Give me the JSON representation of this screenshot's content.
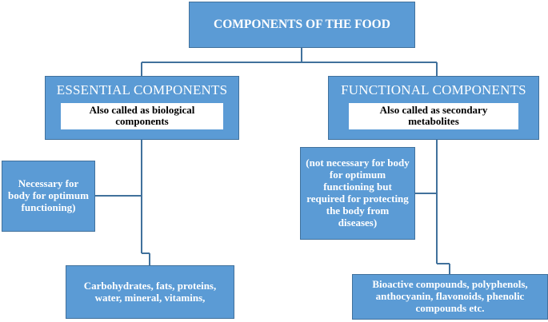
{
  "diagram": {
    "root": {
      "label": "COMPONENTS OF THE FOOD"
    },
    "left": {
      "heading": "ESSENTIAL COMPONENTS",
      "subnote": "Also called as biological components",
      "note": "Necessary for body for optimum functioning)",
      "leaf": "Carbohydrates, fats, proteins, water, mineral, vitamins,"
    },
    "right": {
      "heading": "FUNCTIONAL COMPONENTS",
      "subnote": "Also called as secondary metabolites",
      "note": "(not necessary for body for optimum functioning but required for protecting the body from diseases)",
      "leaf": "Bioactive compounds, polyphenols, anthocyanin, flavonoids, phenolic compounds etc."
    },
    "colors": {
      "box_fill": "#5b9bd5",
      "box_border": "#41719c",
      "text_on_box": "#ffffff"
    }
  }
}
